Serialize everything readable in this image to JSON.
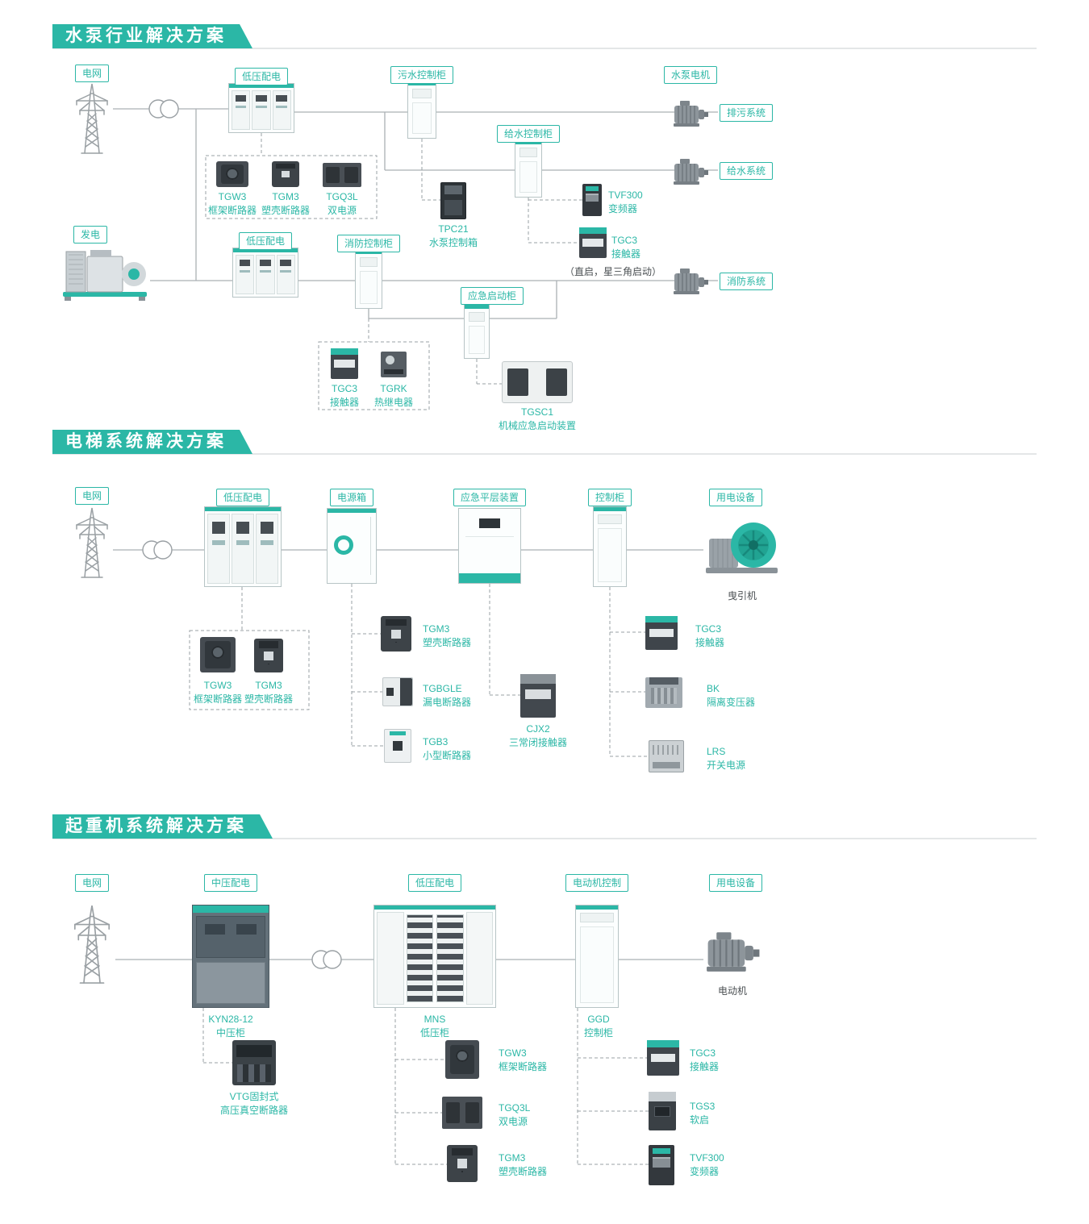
{
  "colors": {
    "accent": "#2bb7a6",
    "line": "#abb0b4",
    "dark_text": "#4a4f52"
  },
  "icons": {
    "power-grid-tower-icon": "lattice transmission tower line art",
    "transformer-icon": "two overlapping circles on bus line",
    "generator-icon": "diesel genset on teal skid",
    "motor-icon": "finned electric motor",
    "traction-machine-icon": "teal sheave wheel with motor",
    "cabinet-icon": "electrical cabinet with teal top strip"
  },
  "s1": {
    "title": "水泵行业解决方案",
    "tags": {
      "grid": "电网",
      "lv1": "低压配电",
      "sewage_cab": "污水控制柜",
      "pump_motor": "水泵电机",
      "drain_sys": "排污系统",
      "supply_cab": "给水控制柜",
      "supply_sys": "给水系统",
      "gen": "发电",
      "lv2": "低压配电",
      "fire_cab": "消防控制柜",
      "fire_sys": "消防系统",
      "emerg_cab": "应急启动柜"
    },
    "note_start_mode": "（直启，星三角启动）",
    "products": {
      "tgw3": {
        "name": "TGW3",
        "desc": "框架断路器"
      },
      "tgm3": {
        "name": "TGM3",
        "desc": "塑壳断路器"
      },
      "tgq3l": {
        "name": "TGQ3L",
        "desc": "双电源"
      },
      "tpc21": {
        "name": "TPC21",
        "desc": "水泵控制箱"
      },
      "tvf300": {
        "name": "TVF300",
        "desc": "变频器"
      },
      "tgc3_vfd": {
        "name": "TGC3",
        "desc": "接触器"
      },
      "tgc3_emerg": {
        "name": "TGC3",
        "desc": "接触器"
      },
      "tgrk": {
        "name": "TGRK",
        "desc": "热继电器"
      },
      "tgsc1": {
        "name": "TGSC1",
        "desc": "机械应急启动装置"
      }
    }
  },
  "s2": {
    "title": "电梯系统解决方案",
    "tags": {
      "grid": "电网",
      "lv": "低压配电",
      "power_box": "电源箱",
      "leveling": "应急平层装置",
      "control_cab": "控制柜",
      "load": "用电设备"
    },
    "traction_label": "曳引机",
    "products": {
      "tgw3": {
        "name": "TGW3",
        "desc": "框架断路器"
      },
      "tgm3_left": {
        "name": "TGM3",
        "desc": "塑壳断路器"
      },
      "tgm3_mid": {
        "name": "TGM3",
        "desc": "塑壳断路器"
      },
      "tgbgle": {
        "name": "TGBGLE",
        "desc": "漏电断路器"
      },
      "tgb3": {
        "name": "TGB3",
        "desc": "小型断路器"
      },
      "cjx2": {
        "name": "CJX2",
        "desc": "三常闭接触器"
      },
      "tgc3": {
        "name": "TGC3",
        "desc": "接触器"
      },
      "bk": {
        "name": "BK",
        "desc": "隔离变压器"
      },
      "lrs": {
        "name": "LRS",
        "desc": "开关电源"
      }
    }
  },
  "s3": {
    "title": "起重机系统解决方案",
    "tags": {
      "grid": "电网",
      "mv": "中压配电",
      "lv": "低压配电",
      "motor_ctrl": "电动机控制",
      "load": "用电设备"
    },
    "motor_label": "电动机",
    "cabs": {
      "kyn": {
        "name": "KYN28-12",
        "desc": "中压柜"
      },
      "mns": {
        "name": "MNS",
        "desc": "低压柜"
      },
      "ggd": {
        "name": "GGD",
        "desc": "控制柜"
      }
    },
    "products": {
      "vtg": {
        "name": "VTG固封式",
        "desc": "高压真空断路器"
      },
      "tgw3": {
        "name": "TGW3",
        "desc": "框架断路器"
      },
      "tgq3l": {
        "name": "TGQ3L",
        "desc": "双电源"
      },
      "tgm3": {
        "name": "TGM3",
        "desc": "塑壳断路器"
      },
      "tgc3": {
        "name": "TGC3",
        "desc": "接触器"
      },
      "tgs3": {
        "name": "TGS3",
        "desc": "软启"
      },
      "tvf300": {
        "name": "TVF300",
        "desc": "变频器"
      }
    }
  }
}
